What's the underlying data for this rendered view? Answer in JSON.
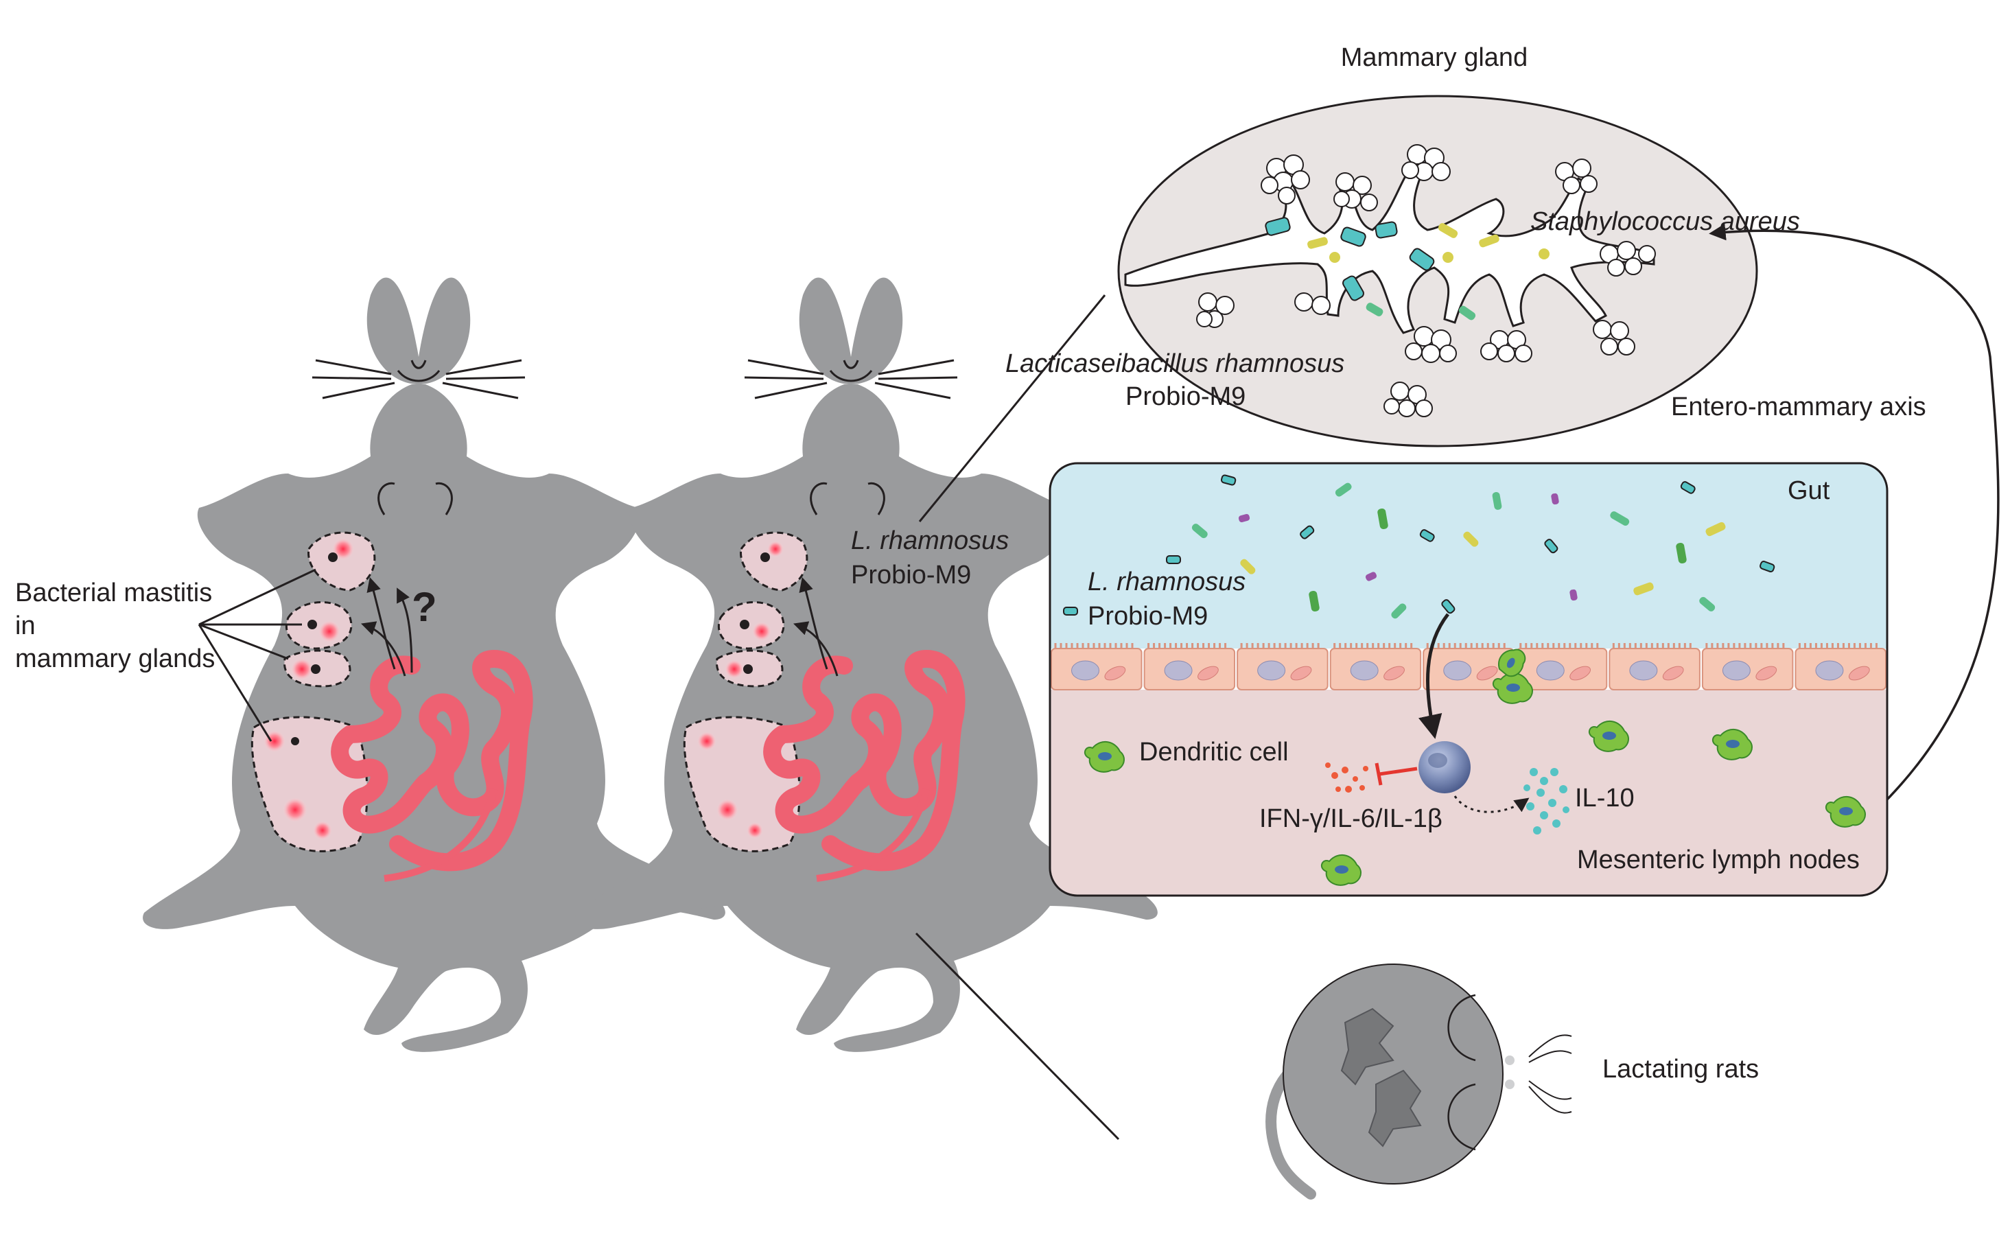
{
  "labels": {
    "mammary_gland": "Mammary gland",
    "staph": "Staphylococcus aureus",
    "lacti_line1": "Lacticaseibacillus rhamnosus",
    "lacti_line2": "Probio-M9",
    "entero_axis": "Entero-mammary axis",
    "gut": "Gut",
    "gut_lrh_line1": "L. rhamnosus",
    "gut_lrh_line2": "Probio-M9",
    "dendritic": "Dendritic cell",
    "cytokines": "IFN-γ/IL-6/IL-1β",
    "il10": "IL-10",
    "mln": "Mesenteric lymph nodes",
    "mastitis_line1": "Bacterial mastitis",
    "mastitis_line2": "in",
    "mastitis_line3": "mammary glands",
    "question": "?",
    "rat_lrh_line1": "L. rhamnosus",
    "rat_lrh_line2": "Probio-M9",
    "lactating": "Lactating rats"
  },
  "colors": {
    "rat_body": "#9a9b9d",
    "intestine": "#ee6172",
    "gland_fill": "#e8cdd2",
    "lumen": "#cfe9f1",
    "lamina": "#ead6d6",
    "epithelium": "#f6c7b4",
    "ellipse_fill": "#e9e4e3",
    "bacteria_teal": "#55c3c4",
    "bacteria_green": "#5cbf8a",
    "bacteria_yellow": "#d7d04f",
    "bacteria_purple": "#9a55a8",
    "dendritic_cell": "#7fc241",
    "immune_cell": "#7d8db8"
  }
}
